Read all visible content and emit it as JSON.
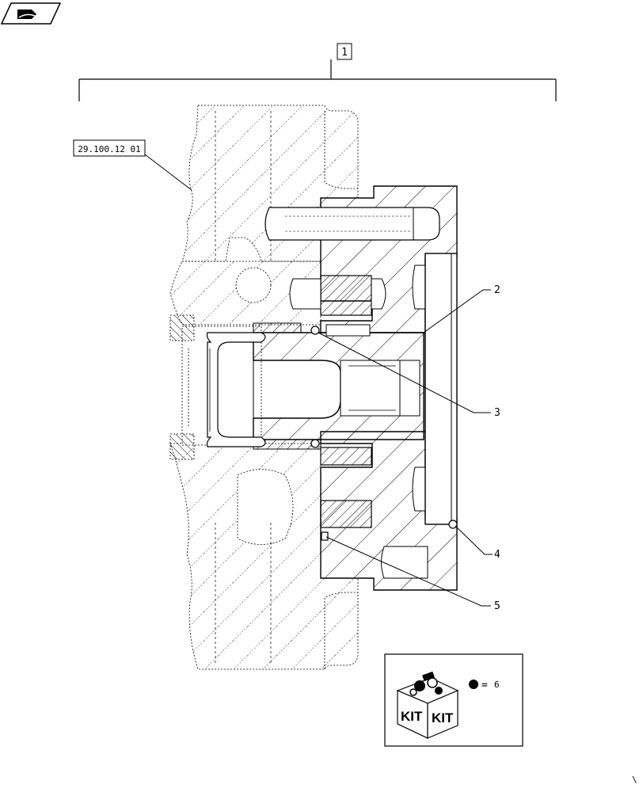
{
  "nav": {
    "icon": "book-arrow-icon"
  },
  "assembly_label": "1",
  "reference_label": "29.100.12 01",
  "callouts": [
    "2",
    "3",
    "4",
    "5"
  ],
  "kit": {
    "box_text_left": "KIT",
    "box_text_right": "KIT",
    "legend_symbol": "●",
    "legend_equals": "=",
    "legend_number": "6"
  },
  "corner_mark": "\\"
}
